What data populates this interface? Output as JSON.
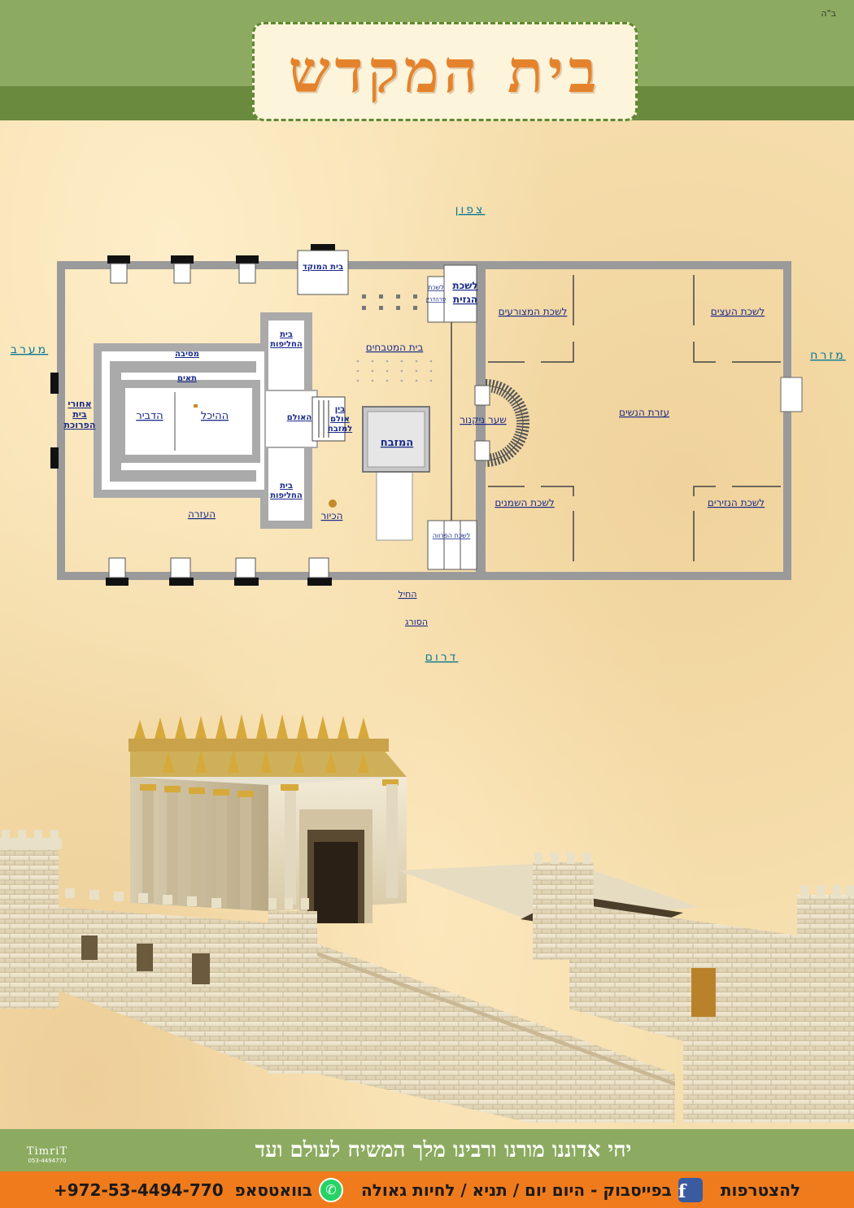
{
  "header": {
    "title": "בית המקדש",
    "bh_mark": "ב\"ה"
  },
  "plan": {
    "directions": {
      "north": "צפון",
      "south": "דרום",
      "east": "מזרח",
      "west": "מערב"
    },
    "labels": {
      "beit_hamoked": "בית המוקד",
      "lishkat_hagazit_1": "לשכת",
      "lishkat_hagazit_2": "הגזית",
      "lishkat_parhedrin_1": "לשכת",
      "lishkat_parhedrin_2": "פרהדרין",
      "beit_hamitbachim": "בית המטבחים",
      "lishkat_hametzoraim": "לשכת המצורעים",
      "lishkat_haetzim": "לשכת העצים",
      "ezrat_nashim": "עזרת הנשים",
      "shaar_nikanor": "שער ניקנור",
      "lishkat_hashmanim": "לשכת השמנים",
      "lishkat_hanezirim": "לשכת הנזירים",
      "lishkat_haparva": "לשכת הפרווה",
      "hamizbeach": "המזבח",
      "hakiyor": "הכיור",
      "haazara": "העזרה",
      "beit_hachalifot_top_1": "בית",
      "beit_hachalifot_top_2": "החליפות",
      "beit_hachalifot_bottom_1": "בית",
      "beit_hachalifot_bottom_2": "החליפות",
      "mesiba": "מסיבה",
      "taim": "תאים",
      "hadvir": "הדביר",
      "haheichal": "ההיכל",
      "haulam": "האולם",
      "bein_1": "בין",
      "bein_2": "אולם",
      "bein_3": "למזבח",
      "achorei_1": "אחורי",
      "achorei_2": "בית",
      "achorei_3": "הפרוכת",
      "hachel": "החיל",
      "hasoreg": "הסורג"
    }
  },
  "footer": {
    "slogan": "יחי אדוננו מורנו ורבינו מלך המשיח לעולם ועד",
    "logo_name": "TimriT",
    "logo_phone": "053-4494770",
    "contact_join": "להצטרפות",
    "contact_facebook": "בפייסבוק - היום יום / תניא / לחיות גאולה",
    "contact_whatsapp": "בוואטסאפ",
    "contact_phone": "+972-53-4494-770"
  },
  "colors": {
    "header_green": "#8cab60",
    "header_dark_green": "#6a8a3d",
    "title_orange": "#e4832c",
    "footer_orange": "#f07b1c",
    "label_blue": "#1a2a8a",
    "direction_teal": "#0a7a94"
  }
}
